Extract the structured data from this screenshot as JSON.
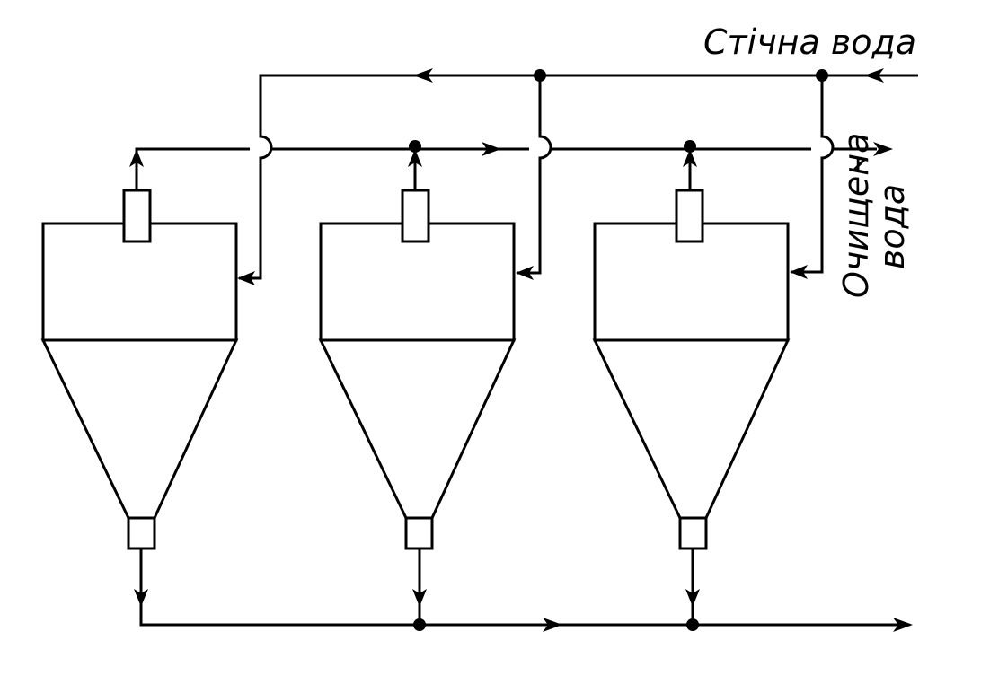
{
  "labels": {
    "wastewater_inlet": "Стічна вода",
    "treated_water_line1": "Очищена",
    "treated_water_line2": "вода"
  },
  "vessels": [
    {
      "id": "1"
    },
    {
      "id": "2"
    },
    {
      "id": "3"
    }
  ],
  "colors": {
    "line": "#000000",
    "background": "#ffffff"
  }
}
